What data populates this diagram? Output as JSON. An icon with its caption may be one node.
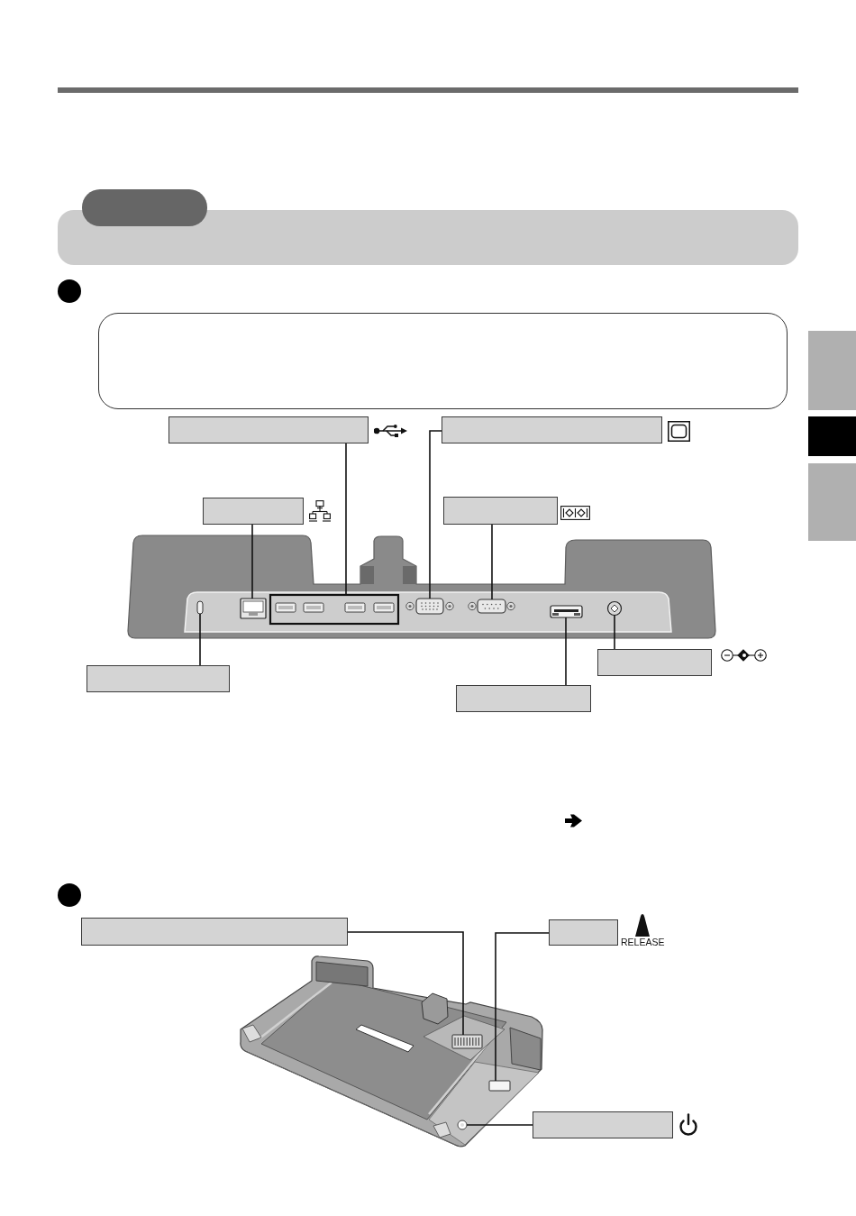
{
  "diagram": {
    "nodes": [
      {
        "text": [],
        "shape": "box"
      },
      {
        "text": [],
        "shape": "band"
      },
      {
        "text": [],
        "shape": "box"
      },
      {
        "text": [],
        "shape": "box"
      },
      {
        "text": [],
        "shape": "box"
      },
      {
        "text": [],
        "shape": "box"
      },
      {
        "text": [],
        "shape": "box"
      },
      {
        "text": [],
        "shape": "box"
      },
      {
        "text": [],
        "shape": "box"
      },
      {
        "text": [],
        "shape": "box"
      },
      {
        "text": [],
        "shape": "box"
      },
      {
        "text": [],
        "shape": "box"
      },
      {
        "text": [],
        "shape": "box"
      },
      {
        "text": [],
        "shape": "box"
      },
      {
        "text": [],
        "shape": "box"
      },
      {
        "text": [],
        "shape": "box"
      },
      {
        "text": [],
        "shape": "circle"
      },
      {
        "text": [],
        "shape": "box"
      },
      {
        "text": [],
        "shape": "box"
      },
      {
        "text": [],
        "shape": "box"
      },
      {
        "text": [],
        "shape": "box"
      },
      {
        "text": [],
        "shape": "box",
        "beside": [
          "RELEASE"
        ]
      },
      {
        "text": [],
        "shape": "box"
      },
      {
        "text": [],
        "shape": "box"
      },
      {
        "text": [],
        "shape": "box"
      },
      {
        "text": [],
        "shape": "circle"
      }
    ],
    "edges": [
      {
        "from": 6,
        "to": 12,
        "arrow": "none"
      },
      {
        "from": 7,
        "to": 13,
        "arrow": "none"
      },
      {
        "from": 8,
        "to": 11,
        "arrow": "none"
      },
      {
        "from": 9,
        "to": 14,
        "arrow": "none"
      },
      {
        "from": 17,
        "to": 16,
        "arrow": "none"
      },
      {
        "from": 18,
        "to": 10,
        "arrow": "none"
      },
      {
        "from": 19,
        "to": 15,
        "arrow": "none"
      },
      {
        "from": 20,
        "to": 22,
        "arrow": "none"
      },
      {
        "from": 21,
        "to": 23,
        "arrow": "none"
      },
      {
        "from": 24,
        "to": 25,
        "arrow": "none"
      }
    ]
  }
}
